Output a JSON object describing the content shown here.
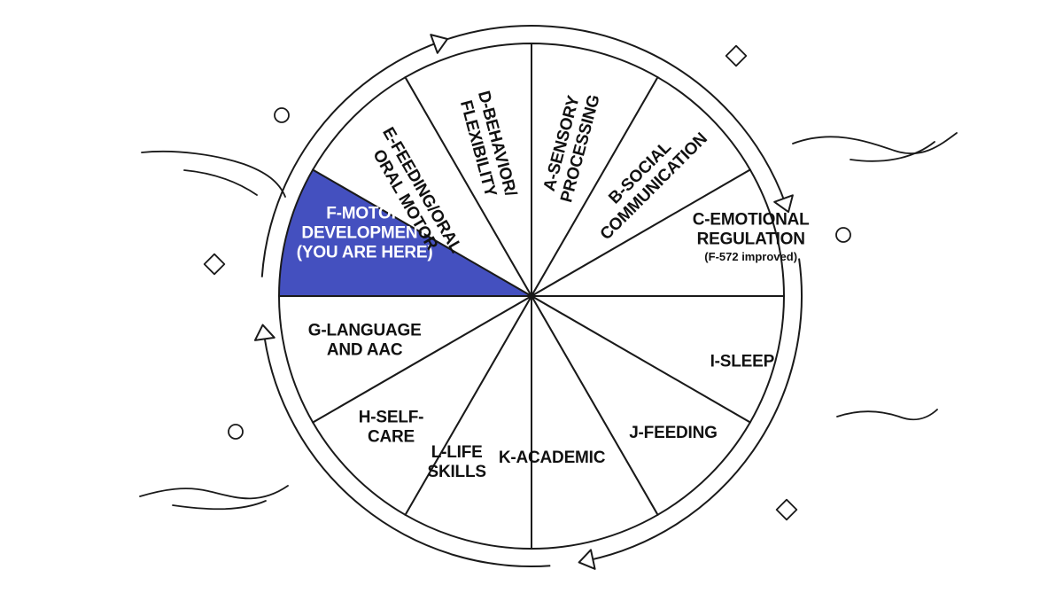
{
  "wheel": {
    "segments": [
      {
        "id": "A",
        "lines": [
          "A-SENSORY",
          "PROCESSING"
        ],
        "note": "",
        "active": false
      },
      {
        "id": "B",
        "lines": [
          "B-SOCIAL",
          "COMMUNICATION"
        ],
        "note": "",
        "active": false
      },
      {
        "id": "C",
        "lines": [
          "C-EMOTIONAL",
          "REGULATION"
        ],
        "note": "(F-572 improved)",
        "active": false
      },
      {
        "id": "I",
        "lines": [
          "I-SLEEP"
        ],
        "note": "",
        "active": false
      },
      {
        "id": "J",
        "lines": [
          "J-FEEDING"
        ],
        "note": "",
        "active": false
      },
      {
        "id": "K",
        "lines": [
          "K-ACADEMIC"
        ],
        "note": "",
        "active": false
      },
      {
        "id": "L",
        "lines": [
          "L-LIFE",
          "SKILLS"
        ],
        "note": "",
        "active": false
      },
      {
        "id": "H",
        "lines": [
          "H-SELF-",
          "CARE"
        ],
        "note": "",
        "active": false
      },
      {
        "id": "G",
        "lines": [
          "G-LANGUAGE",
          "AND AAC"
        ],
        "note": "",
        "active": false
      },
      {
        "id": "F",
        "lines": [
          "F-MOTOR",
          "DEVELOPMENT",
          "(YOU ARE HERE)"
        ],
        "note": "",
        "active": true
      },
      {
        "id": "E",
        "lines": [
          "E-FEEDING/ORAL",
          "ORAL MOTOR"
        ],
        "note": "",
        "active": false
      },
      {
        "id": "D",
        "lines": [
          "D-BEHAVIOR/",
          "FLEXIBILITY"
        ],
        "note": "",
        "active": false
      }
    ],
    "colors": {
      "active_fill": "#4450bf",
      "line": "#1a1a1a",
      "background": "#ffffff"
    },
    "direction": "clockwise"
  }
}
